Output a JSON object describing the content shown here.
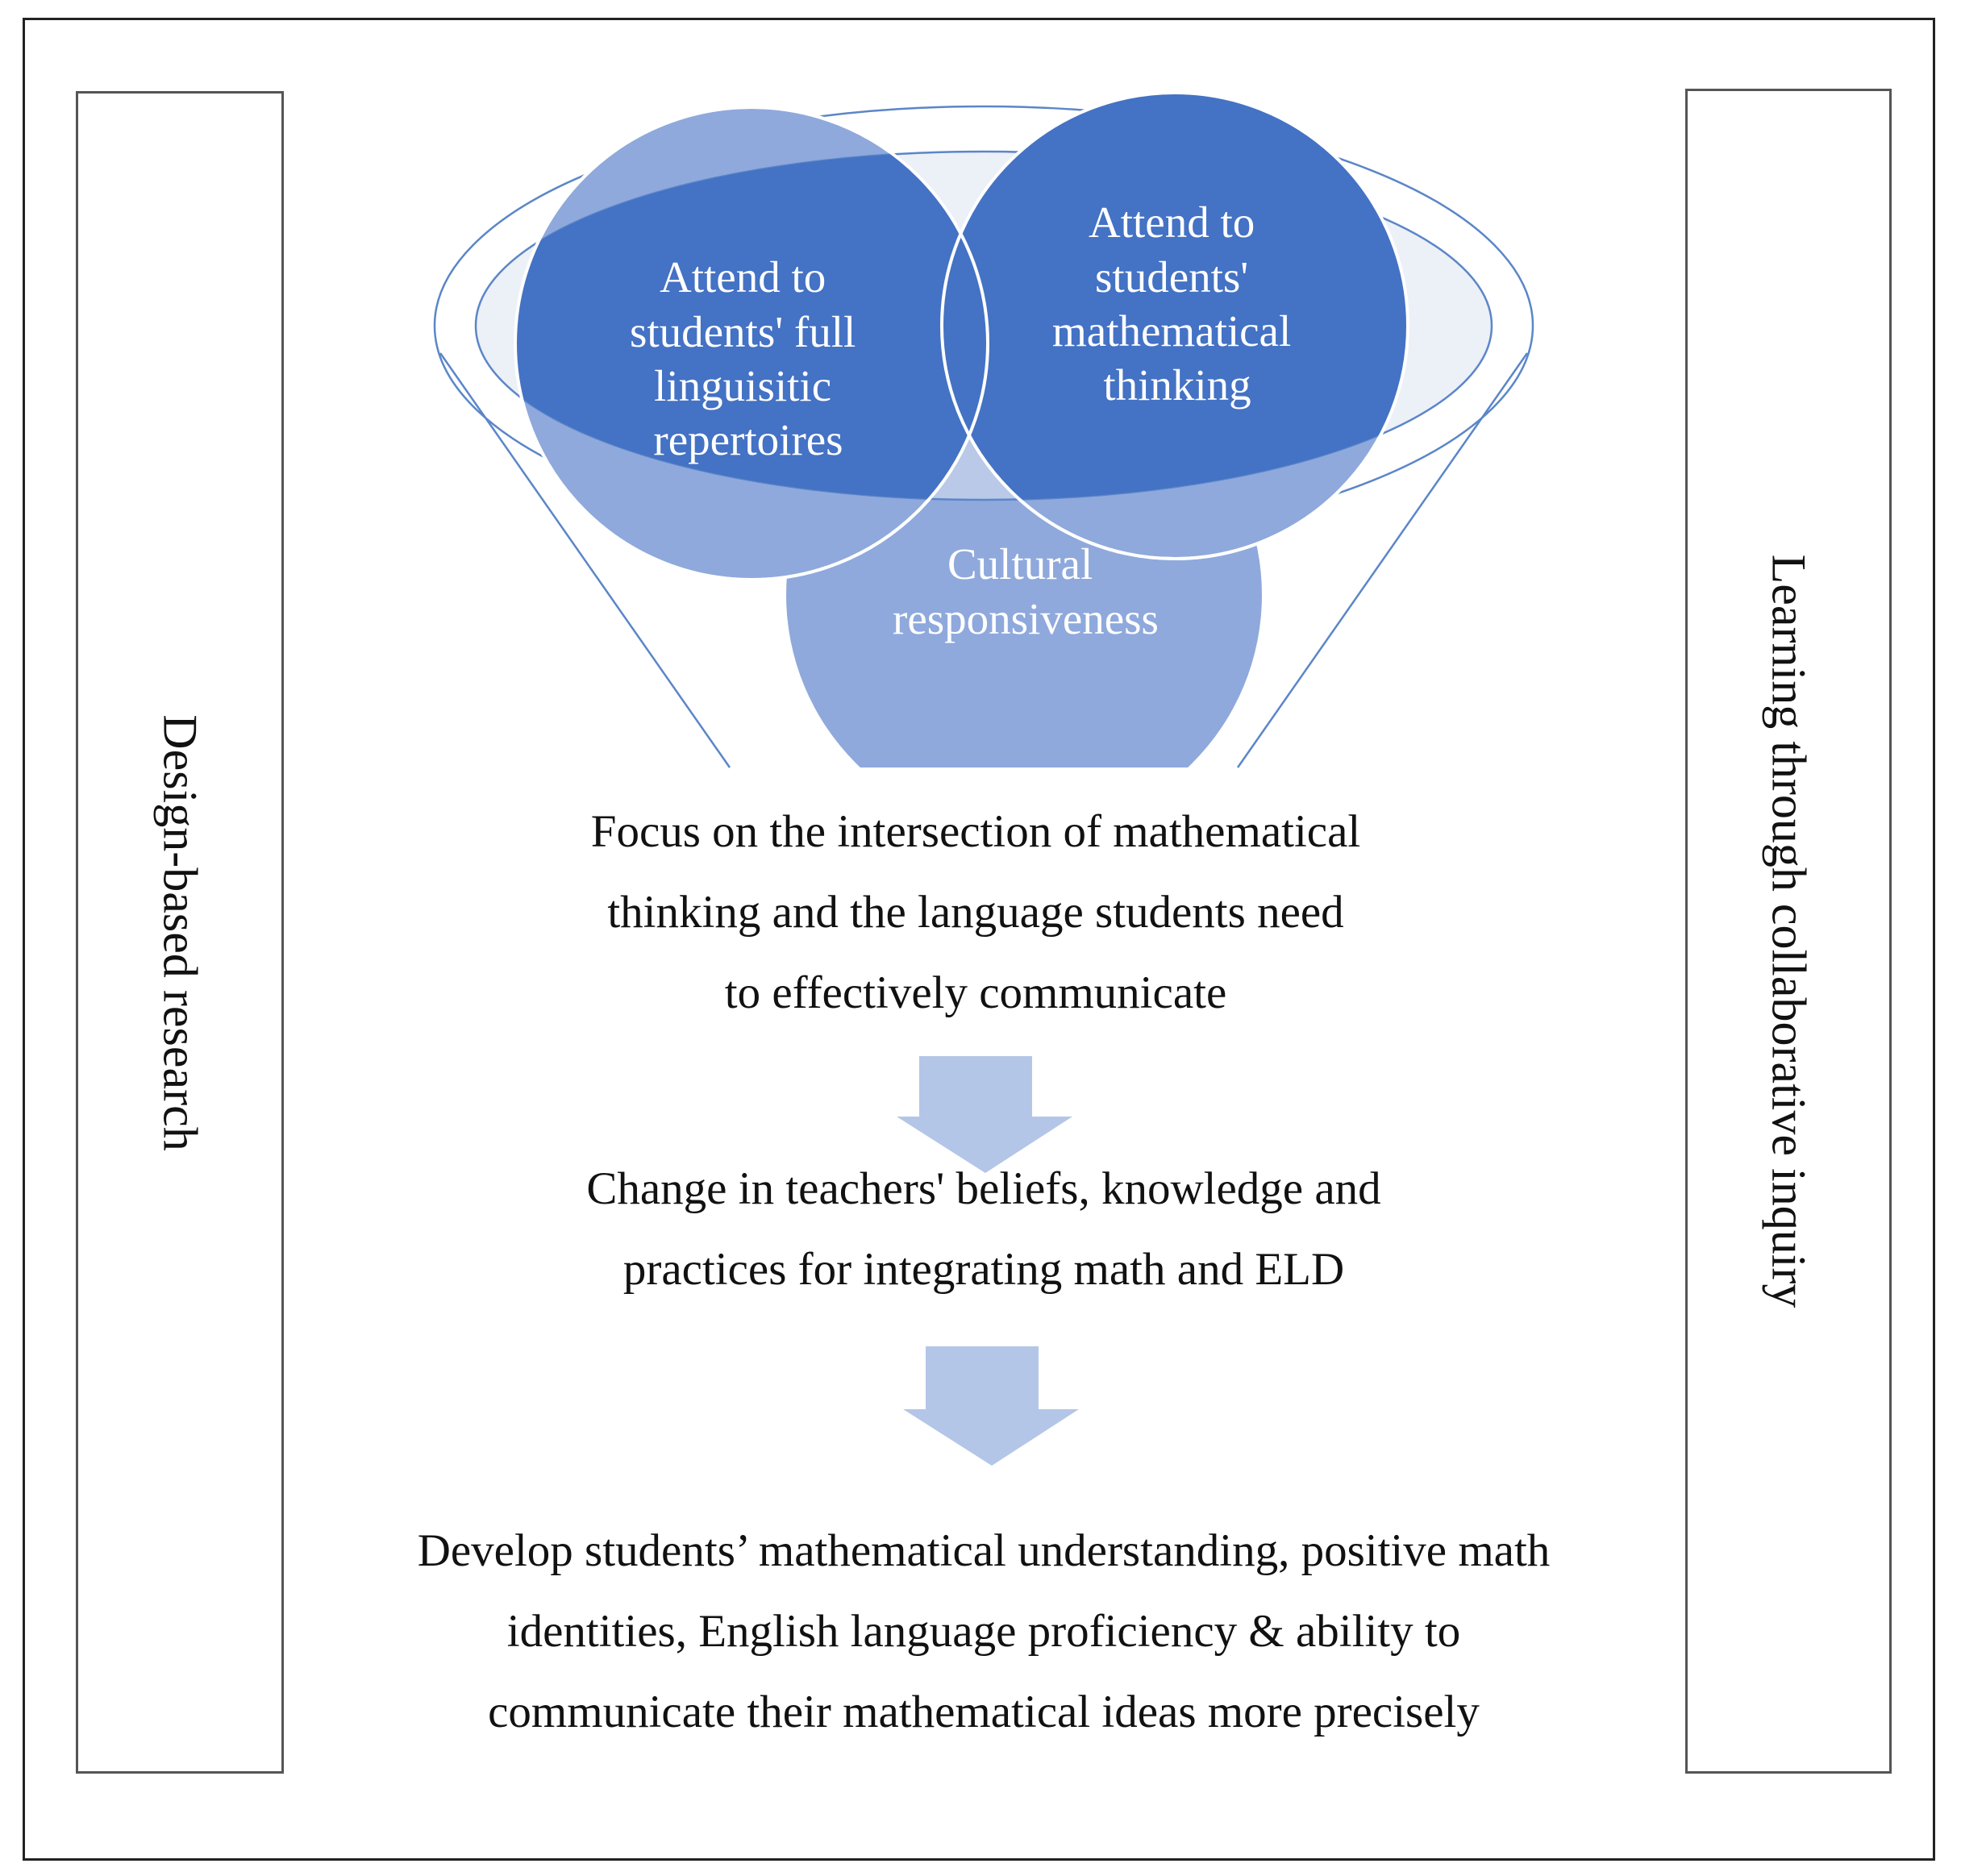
{
  "left_label": "Design-based research",
  "right_label": "Learning through collaborative inquiry",
  "circles": {
    "linguistic": [
      "Attend to",
      "students' full",
      "linguisitic",
      "repertoires"
    ],
    "mathematical": [
      "Attend to",
      "students'",
      "mathematical",
      "thinking"
    ],
    "cultural": [
      "Cultural",
      "responsiveness"
    ]
  },
  "steps": {
    "focus": [
      "Focus on the intersection of mathematical",
      "thinking and the language students need",
      "to effectively communicate"
    ],
    "change": [
      "Change in teachers' beliefs, knowledge and",
      "practices for integrating math and ELD"
    ],
    "develop": [
      "Develop students’ mathematical understanding, positive math",
      "identities, English language proficiency & ability to",
      "communicate their mathematical ideas more precisely"
    ]
  },
  "colors": {
    "dark_blue": "#4472C4",
    "light_blue": "#8FA9DC",
    "pale_blue": "#DCE3F1",
    "arrow": "#B4C6E7",
    "funnel_line": "#5B86C8"
  }
}
